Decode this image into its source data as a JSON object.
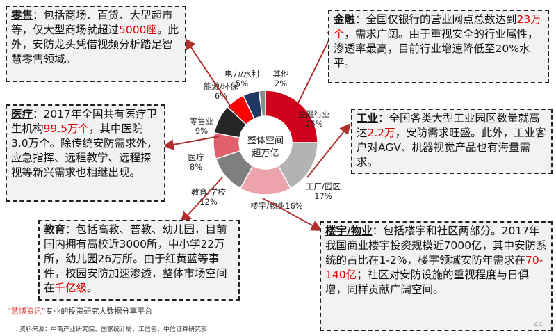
{
  "boxes": {
    "retail": {
      "title": "零售",
      "t1": "：包括商场、百货、大型超市等，仅大型商场就超过",
      "hl": "5000座",
      "t2": "。此外，安防龙头凭借视频分析踏足智慧零售领域。"
    },
    "finance": {
      "title": "金融",
      "t1": "：全国仅银行的营业网点总数达到",
      "hl": "23万个",
      "t2": "，需求广阔。由于重视安全的行业属性，渗透率最高，目前行业增速降低至20%水平。"
    },
    "medical": {
      "title": "医疗",
      "t1": "：2017年全国共有医疗卫生机构",
      "hl": "99.5万个",
      "t2": "，其中医院3.0万个。除传统安防需求外，应急指挥、远程教学、远程探视等新兴需求也相继出现。"
    },
    "industry": {
      "title": "工业",
      "t1": "：全国各类大型工业园区数量就高达",
      "hl": "2.2万",
      "t2": "，安防需求旺盛。此外，工业客户对AGV、机器视觉产品也有海量需求。"
    },
    "education": {
      "title": "教育",
      "t1": "：包括高教、普教、幼儿园，目前国内拥有高校近3000所，中小学22万所，幼儿园26万所。由于红黄蓝等事件，校园安防加速渗透，整体市场空间在",
      "hl": "千亿级",
      "t2": "。"
    },
    "building": {
      "title": "楼宇/物业",
      "t1": "：包括楼宇和社区两部分。2017年我国商业楼宇投资规模近7000亿，其中安防系统的占比在1-2%，楼宇领域安防年需求在",
      "hl": "70-140亿",
      "t2": "；社区对安防设施的重视程度与日俱增，同样贡献广阔空间。"
    }
  },
  "chart_data": {
    "type": "pie",
    "donut": true,
    "center_label": [
      "整体空间",
      "超万亿"
    ],
    "categories": [
      "金融行业",
      "工厂/园区",
      "楼宇/物业",
      "教育/学校",
      "医疗",
      "零售业",
      "能源/环保",
      "电力/水利",
      "其他"
    ],
    "values": [
      25,
      17,
      16,
      12,
      8,
      9,
      6,
      5,
      2
    ],
    "unit": "%",
    "colors": [
      "#d0021b",
      "#b3b3b3",
      "#eda3ac",
      "#7f7f7f",
      "#e0606e",
      "#262626",
      "#ff0000",
      "#1f3864",
      "#8c8c8c"
    ]
  },
  "footer": {
    "brand": "“慧博资讯”",
    "slogan": "专业的投资研究大数据分享平台",
    "source": "资料来源：中商产业研究院、国家统计局、工信部、中信证券研究部",
    "page": "44"
  }
}
